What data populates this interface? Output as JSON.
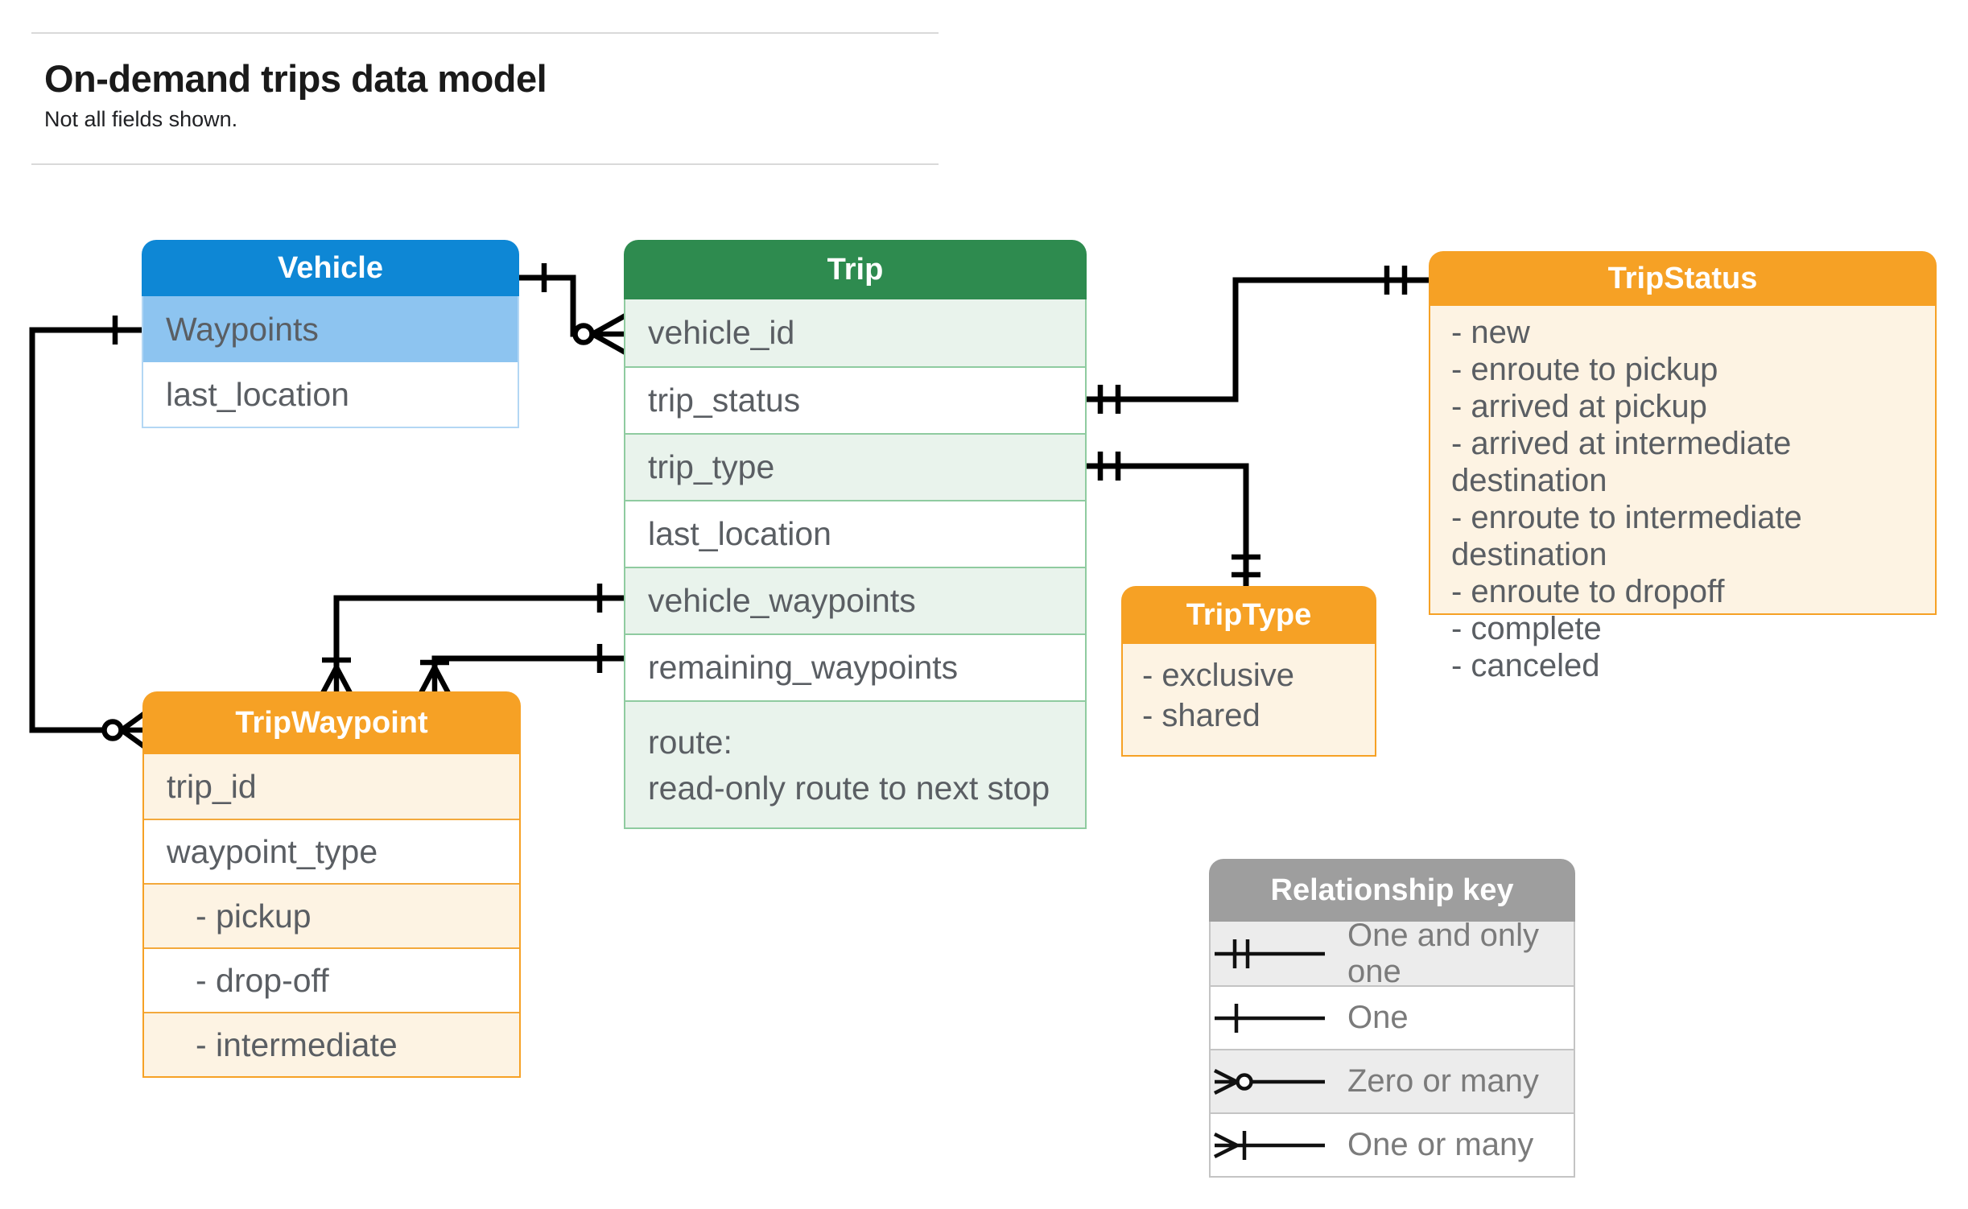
{
  "page": {
    "title": "On-demand trips data model",
    "subtitle": "Not all fields shown."
  },
  "tables": {
    "vehicle": {
      "title": "Vehicle",
      "rows": [
        "Waypoints",
        "last_location"
      ]
    },
    "trip": {
      "title": "Trip",
      "rows": [
        "vehicle_id",
        "trip_status",
        "trip_type",
        "last_location",
        "vehicle_waypoints",
        "remaining_waypoints"
      ],
      "route": [
        "route:",
        "read-only route to next stop"
      ]
    },
    "trip_status": {
      "title": "TripStatus",
      "items": [
        "- new",
        "- enroute to pickup",
        "- arrived at pickup",
        "- arrived at intermediate destination",
        "- enroute to intermediate destination",
        "- enroute to dropoff",
        "- complete",
        "- canceled"
      ]
    },
    "trip_waypoint": {
      "title": "TripWaypoint",
      "rows": [
        "trip_id",
        "waypoint_type",
        "- pickup",
        "- drop-off",
        "- intermediate"
      ]
    },
    "trip_type": {
      "title": "TripType",
      "items": [
        "- exclusive",
        "- shared"
      ]
    }
  },
  "legend": {
    "title": "Relationship key",
    "items": [
      {
        "symbol": "one-and-only-one",
        "label": "One and only one"
      },
      {
        "symbol": "one",
        "label": "One"
      },
      {
        "symbol": "zero-or-many",
        "label": "Zero or many"
      },
      {
        "symbol": "one-or-many",
        "label": "One or many"
      }
    ]
  },
  "colors": {
    "vehicle_blue": "#0e87d5",
    "vehicle_blue_light": "#8dc4f0",
    "trip_green": "#2e8b4f",
    "trip_green_light": "#e9f3ec",
    "enum_orange": "#f6a125",
    "enum_cream": "#fdf3e3",
    "legend_gray": "#9e9e9e",
    "connector_black": "#000000"
  }
}
